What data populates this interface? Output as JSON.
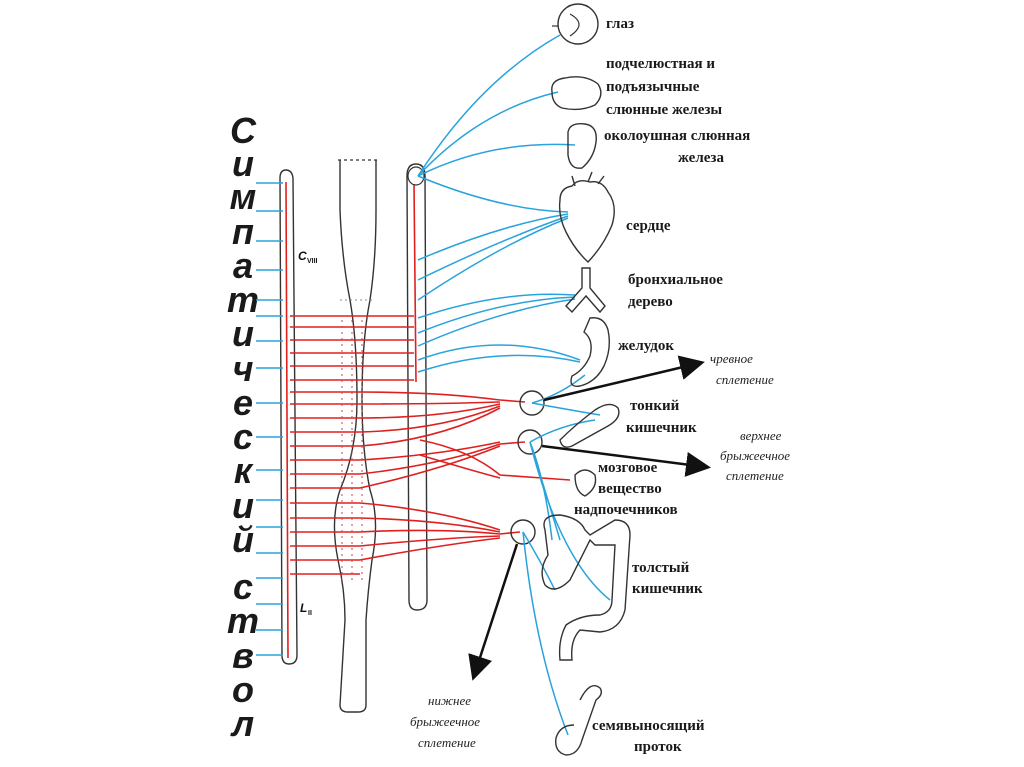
{
  "trunk_title_chars": [
    "С",
    "и",
    "м",
    "п",
    "а",
    "т",
    "и",
    "ч",
    "е",
    "с",
    "к",
    "и",
    "й",
    " ",
    "с",
    "т",
    "в",
    "о",
    "л"
  ],
  "segments": {
    "top": {
      "main": "C",
      "sub": "VIII"
    },
    "bottom": {
      "main": "L",
      "sub": "II"
    }
  },
  "organs": [
    {
      "id": "eye",
      "lines": [
        "глаз"
      ]
    },
    {
      "id": "submandibular",
      "lines": [
        "подчелюстная и",
        "подъязычные",
        "слюнные железы"
      ]
    },
    {
      "id": "parotid",
      "lines": [
        "околоушная слюнная",
        "железа"
      ]
    },
    {
      "id": "heart",
      "lines": [
        "сердце"
      ]
    },
    {
      "id": "bronchi",
      "lines": [
        "бронхиальное",
        "дерево"
      ]
    },
    {
      "id": "stomach",
      "lines": [
        "желудок"
      ]
    },
    {
      "id": "small-intestine",
      "lines": [
        "тонкий",
        "кишечник"
      ]
    },
    {
      "id": "adrenal",
      "lines": [
        "мозговое",
        "вещество",
        "надпочечников"
      ]
    },
    {
      "id": "large-intestine",
      "lines": [
        "толстый",
        "кишечник"
      ]
    },
    {
      "id": "vas-deferens",
      "lines": [
        "семявыносящий",
        "проток"
      ]
    }
  ],
  "plexuses": [
    {
      "id": "celiac",
      "lines": [
        "чревное",
        "сплетение"
      ]
    },
    {
      "id": "superior-mesenteric",
      "lines": [
        "верхнее",
        "брыжеечное",
        "сплетение"
      ]
    },
    {
      "id": "inferior-mesenteric",
      "lines": [
        "нижнее",
        "брыжеечное",
        "сплетение"
      ]
    }
  ],
  "colors": {
    "preganglionic": "#e02020",
    "postganglionic": "#29a3dc",
    "outline": "#333333",
    "text": "#1a1a1a"
  }
}
